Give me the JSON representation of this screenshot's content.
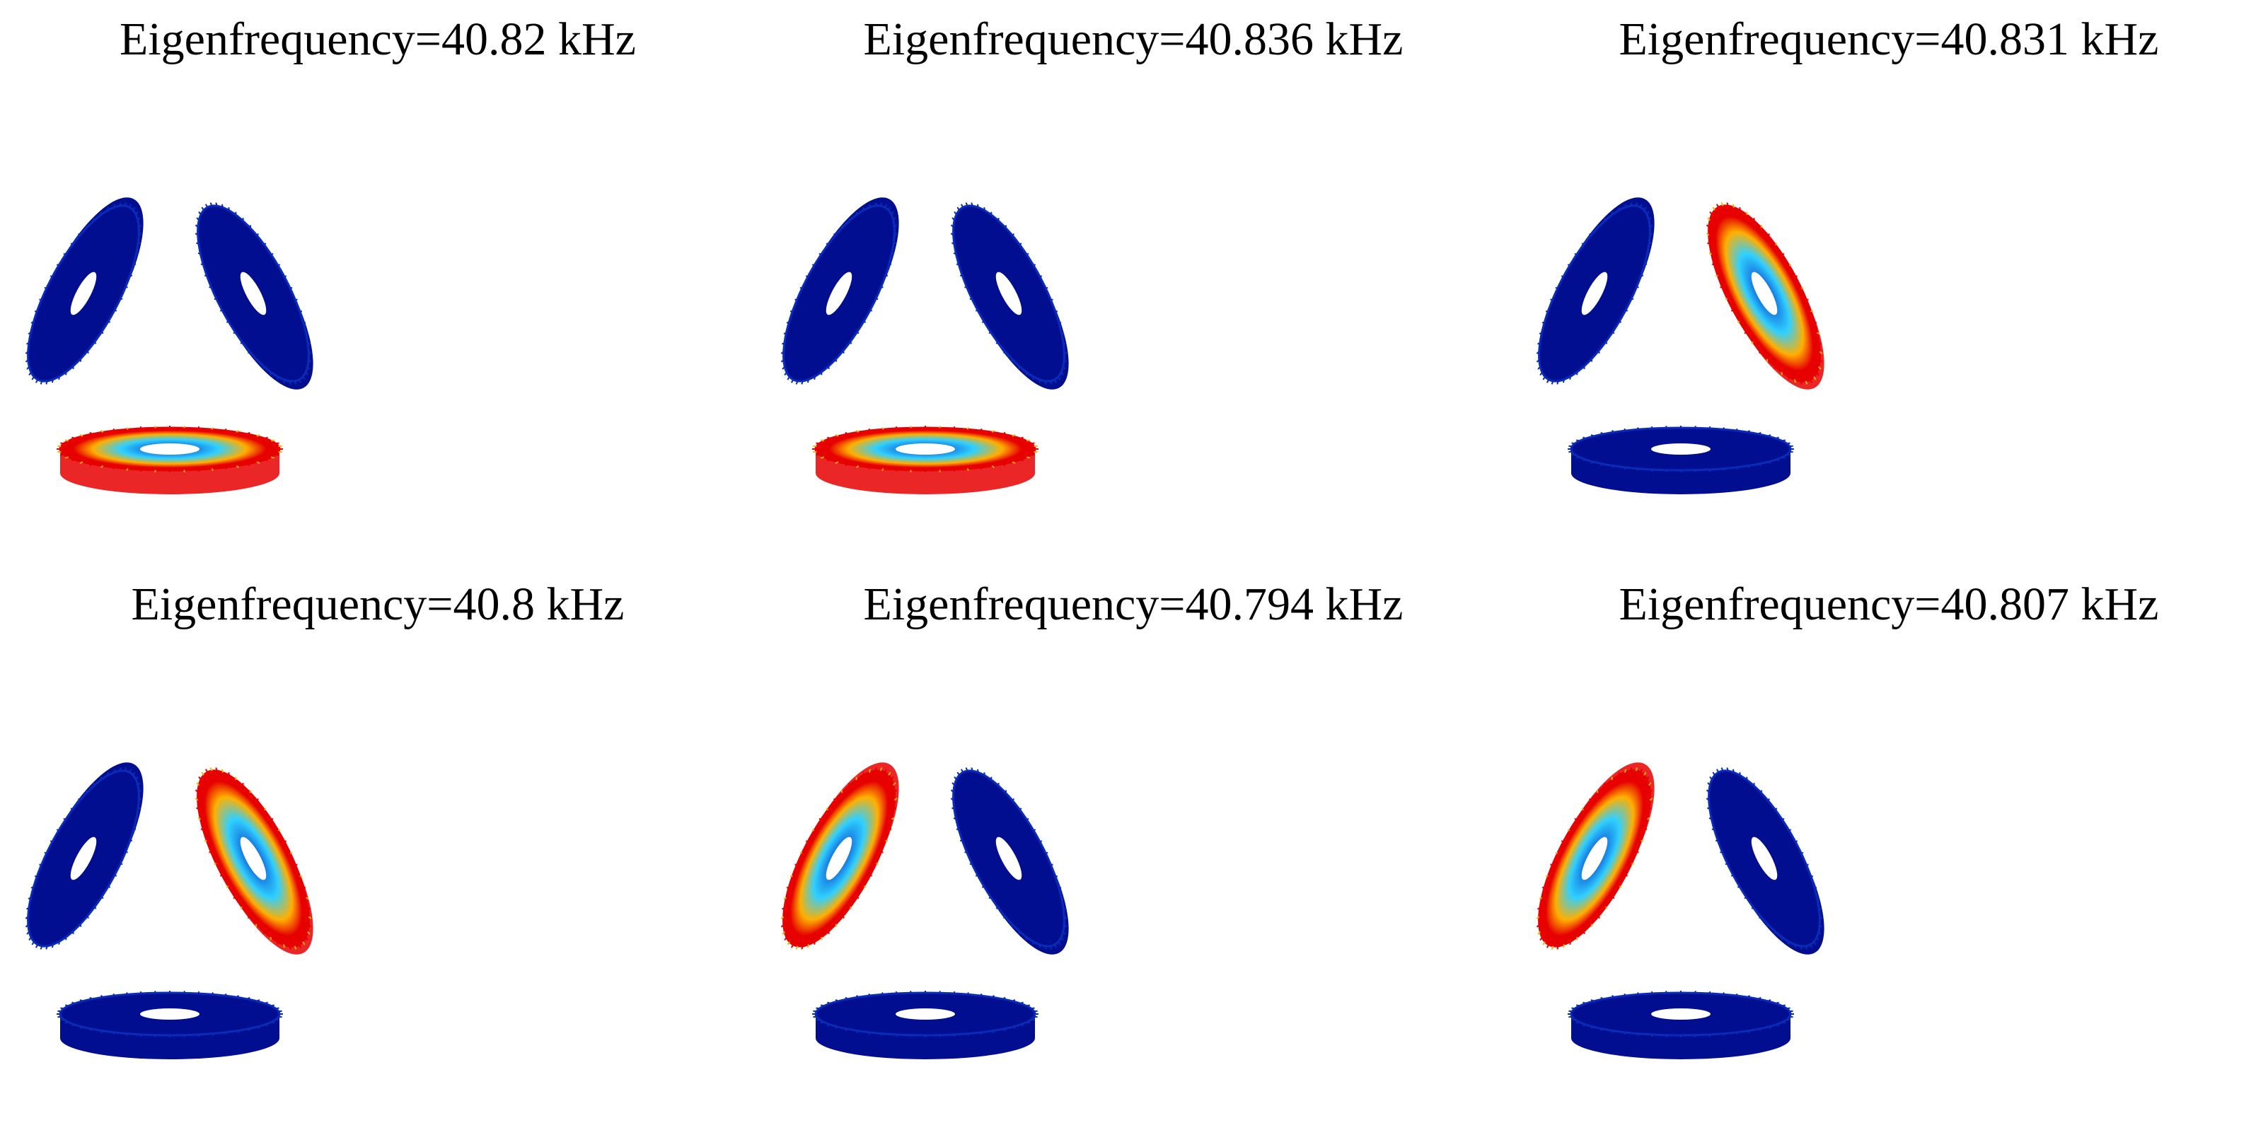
{
  "colors": {
    "background": "#ffffff",
    "ring_base": "#000e8f",
    "ring_highlight": "#0a2bb8",
    "mode_hot": "#e60000",
    "mode_warm": "#ffb000",
    "mode_mid": "#30d0ff",
    "mode_cold": "#0030c8"
  },
  "panels": [
    {
      "title": "Eigenfrequency=40.82 kHz",
      "active_ring": "bottom"
    },
    {
      "title": "Eigenfrequency=40.836 kHz",
      "active_ring": "bottom"
    },
    {
      "title": "Eigenfrequency=40.831 kHz",
      "active_ring": "right"
    },
    {
      "title": "Eigenfrequency=40.8 kHz",
      "active_ring": "right"
    },
    {
      "title": "Eigenfrequency=40.794 kHz",
      "active_ring": "left"
    },
    {
      "title": "Eigenfrequency=40.807 kHz",
      "active_ring": "left"
    }
  ]
}
